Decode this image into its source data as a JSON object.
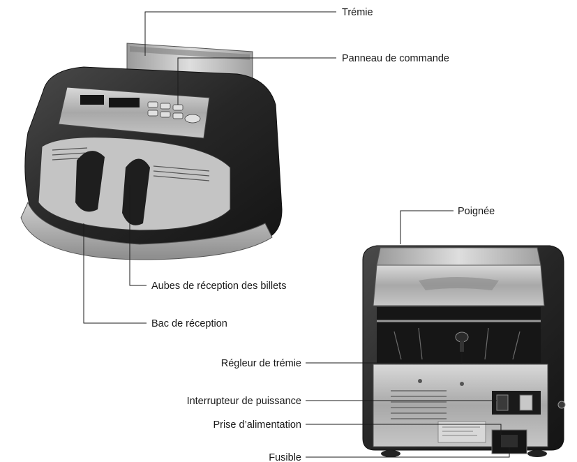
{
  "labels": {
    "hopper": "Trémie",
    "control_panel": "Panneau de commande",
    "receiving_blades": "Aubes de réception des billets",
    "stacker": "Bac de réception",
    "handle": "Poignée",
    "hopper_adjuster": "Régleur de trémie",
    "power_switch": "Interrupteur de puissance",
    "power_socket": "Prise d’alimentation",
    "fuse": "Fusible"
  },
  "icons": {
    "front_view": "bill-counter-front-photo",
    "rear_view": "bill-counter-rear-photo"
  },
  "colors": {
    "body_dark": "#2b2b2b",
    "panel_silver": "#b9b9b9",
    "leader_line": "#1a1a1a"
  }
}
